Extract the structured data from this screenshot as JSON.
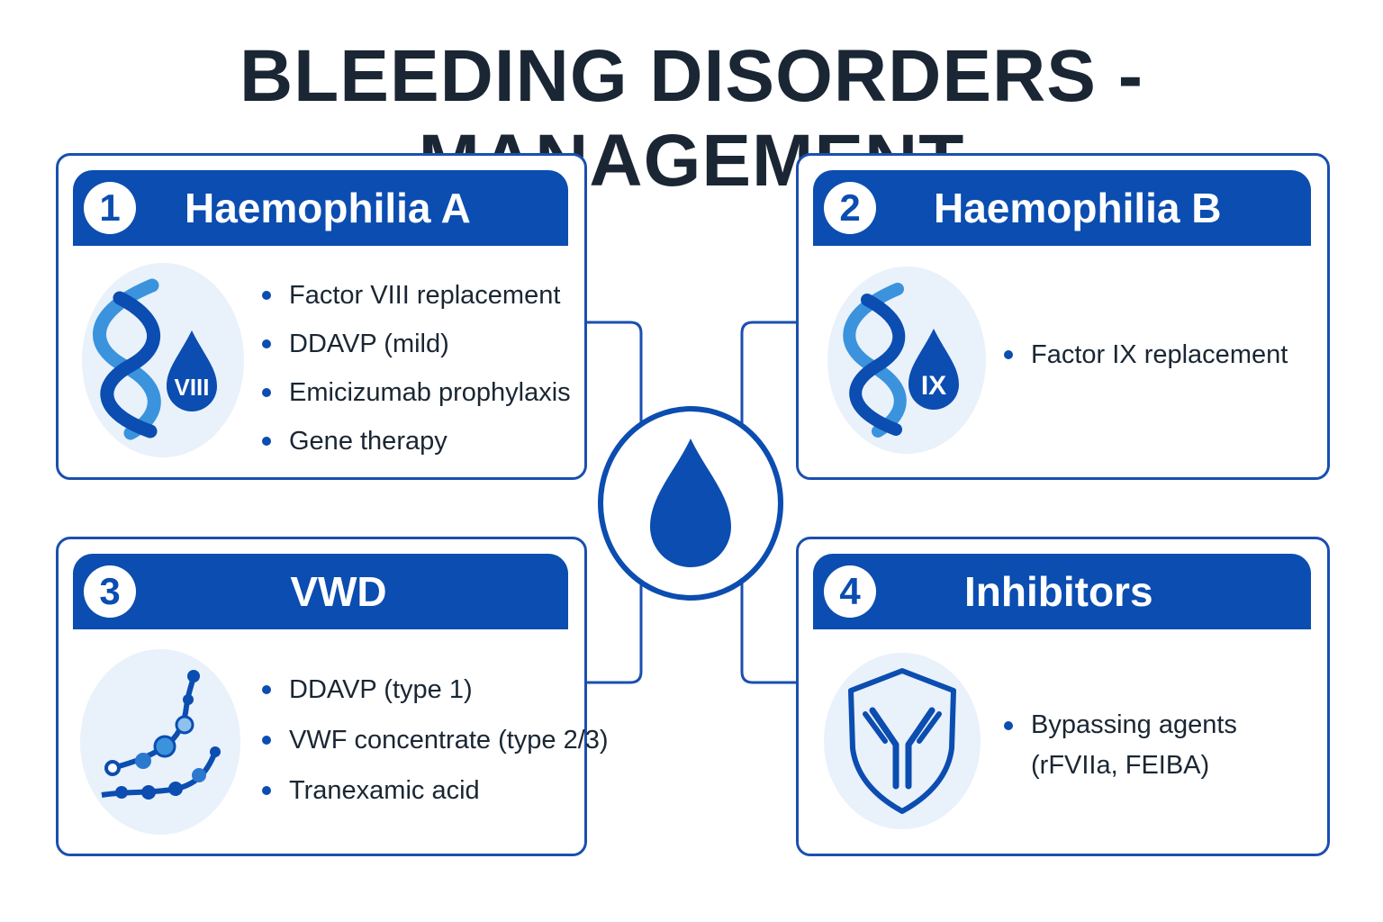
{
  "title": "BLEEDING DISORDERS - MANAGEMENT",
  "colors": {
    "primary": "#0b4db0",
    "border": "#1a4fb0",
    "icon_bg": "#e9f1fb",
    "dna_light": "#3a93dc",
    "text": "#1a2633"
  },
  "cards": [
    {
      "number": "1",
      "title": "Haemophilia A",
      "icon": "dna-helix-blood-drop-icon",
      "icon_label": "VIII",
      "items": [
        "Factor VIII replacement",
        "DDAVP (mild)",
        "Emicizumab prophylaxis",
        "Gene therapy"
      ]
    },
    {
      "number": "2",
      "title": "Haemophilia B",
      "icon": "dna-helix-blood-drop-icon",
      "icon_label": "IX",
      "items": [
        "Factor IX replacement"
      ]
    },
    {
      "number": "3",
      "title": "VWD",
      "icon": "vwf-multimer-chain-icon",
      "items": [
        "DDAVP (type 1)",
        "VWF concentrate (type 2/3)",
        "Tranexamic acid"
      ]
    },
    {
      "number": "4",
      "title": "Inhibitors",
      "icon": "antibody-shield-icon",
      "items": [
        "Bypassing agents",
        "(rFVIIa, FEIBA)"
      ]
    }
  ],
  "center": {
    "icon": "blood-drop-icon"
  }
}
